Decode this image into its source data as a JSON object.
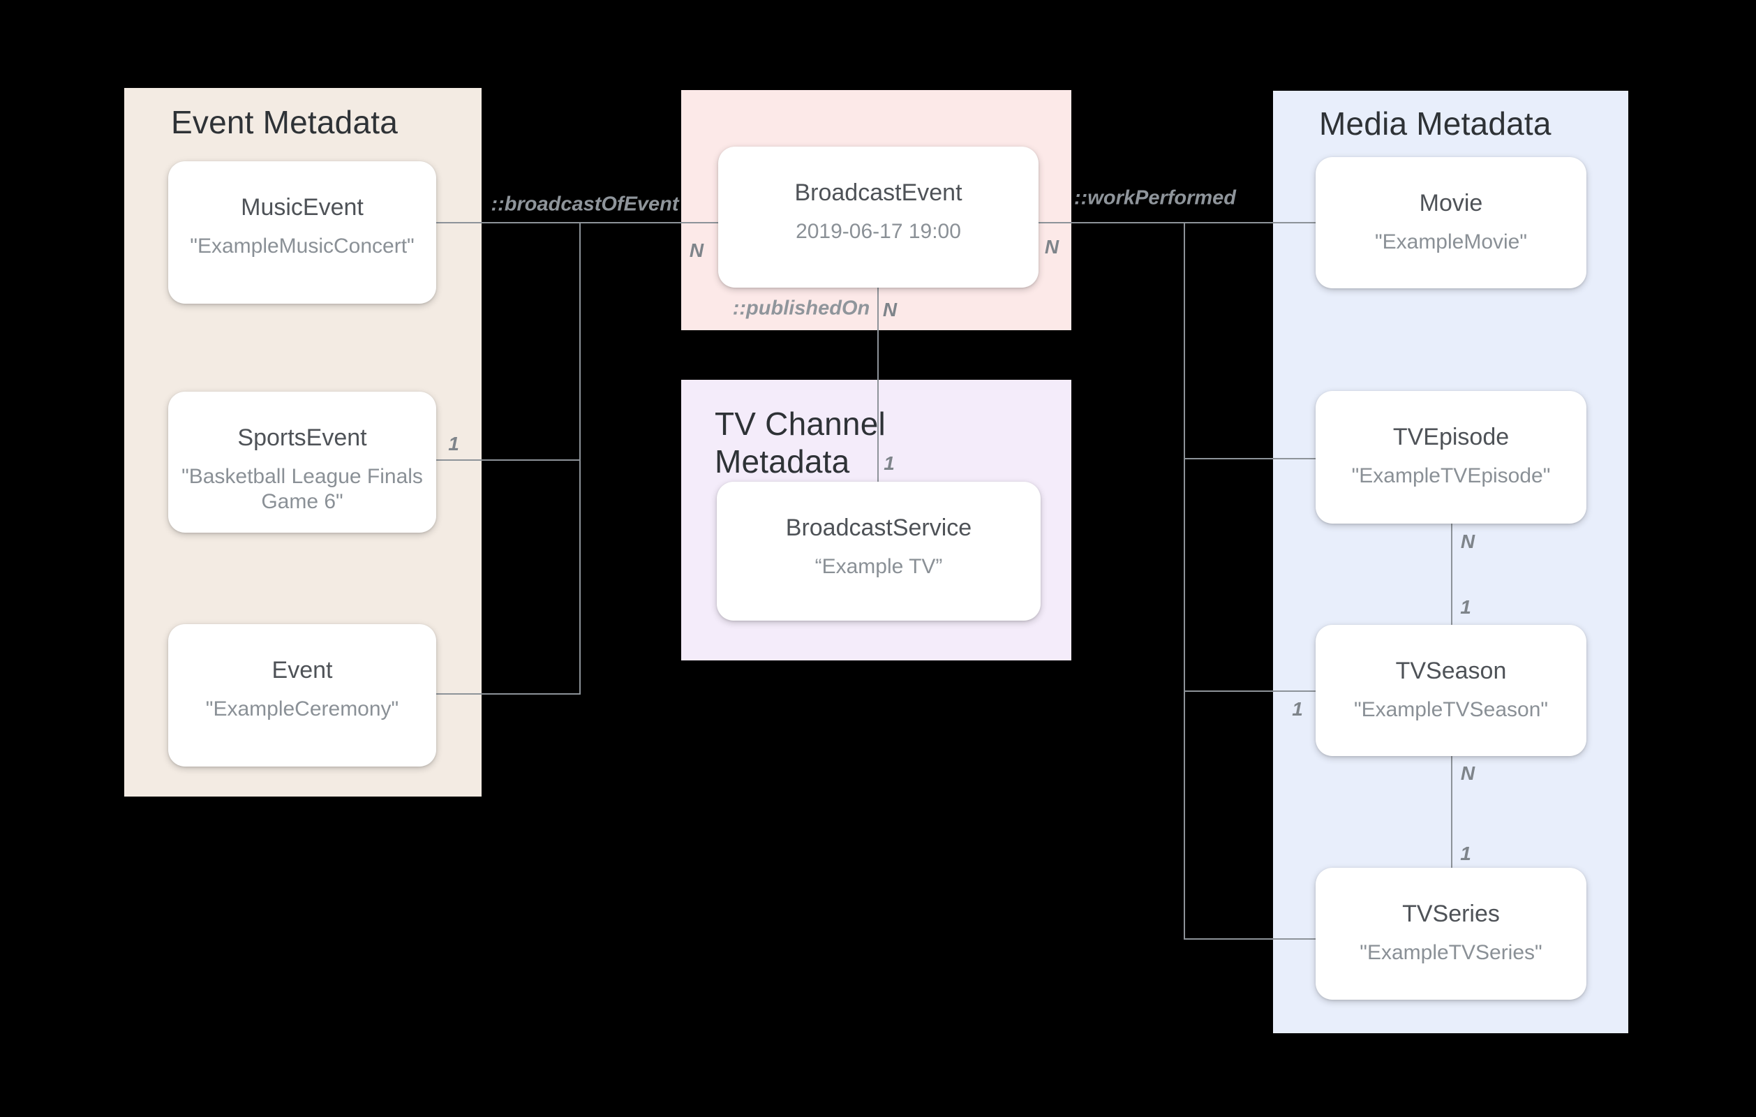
{
  "canvas": {
    "background": "#000000"
  },
  "colors": {
    "event_panel": "#F3EBE3",
    "broadcast_panel": "#FCE9E8",
    "tv_channel_panel": "#F4ECFA",
    "media_panel": "#E8EEFB",
    "connector_line": "#8D9399",
    "card_title": "#4E5257",
    "card_value": "#8A9096",
    "panel_header": "#2E3236"
  },
  "panels": {
    "event": {
      "title": "Event Metadata"
    },
    "broadcast": {
      "title": ""
    },
    "tv_channel": {
      "title": "TV Channel Metadata"
    },
    "media": {
      "title": "Media Metadata"
    }
  },
  "nodes": [
    {
      "title": "MusicEvent",
      "value": "\"ExampleMusicConcert\""
    },
    {
      "title": "SportsEvent",
      "value": "\"Basketball League Finals Game 6\""
    },
    {
      "title": "Event",
      "value": "\"ExampleCeremony\""
    },
    {
      "title": "BroadcastEvent",
      "value": "2019-06-17 19:00"
    },
    {
      "title": "BroadcastService",
      "value": "“Example TV”"
    },
    {
      "title": "Movie",
      "value": "\"ExampleMovie\""
    },
    {
      "title": "TVEpisode",
      "value": "\"ExampleTVEpisode\""
    },
    {
      "title": "TVSeason",
      "value": "\"ExampleTVSeason\""
    },
    {
      "title": "TVSeries",
      "value": "\"ExampleTVSeries\""
    }
  ],
  "relationships": {
    "broadcast_of_event": "::broadcastOfEvent",
    "work_performed": "::workPerformed",
    "published_on": "::publishedOn"
  },
  "cardinalities": {
    "sports_1": "1",
    "bcast_left_n": "N",
    "bcast_right_n": "N",
    "published_n": "N",
    "service_1": "1",
    "season_left_1": "1",
    "episode_bottom_n": "N",
    "season_top_1": "1",
    "season_bottom_n": "N",
    "series_top_1": "1"
  }
}
